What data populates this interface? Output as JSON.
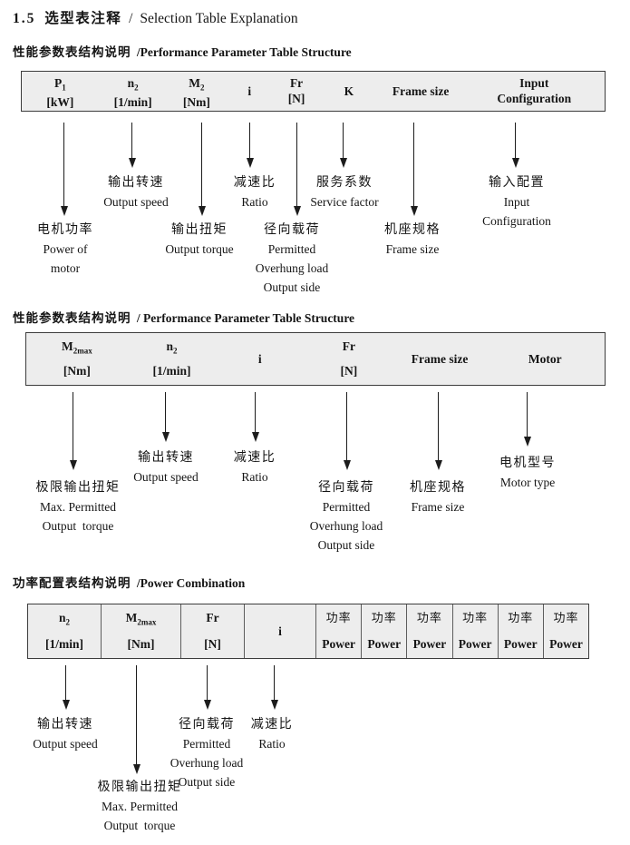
{
  "doc": {
    "title_num": "1.5",
    "title_zh": "选型表注释",
    "title_sep": "/",
    "title_en": "Selection Table Explanation"
  },
  "s1": {
    "heading_zh": "性能参数表结构说明",
    "heading_en": "/Performance Parameter Table Structure",
    "cols": [
      {
        "sym": "P",
        "sub": "1",
        "unit": "[kW]"
      },
      {
        "sym": "n",
        "sub": "2",
        "unit": "[1/min]"
      },
      {
        "sym": "M",
        "sub": "2",
        "unit": "[Nm]"
      },
      {
        "sym": "i"
      },
      {
        "sym": "Fr",
        "unit": "[N]"
      },
      {
        "sym": "K"
      },
      {
        "sym": "Frame size"
      },
      {
        "sym": "Input",
        "unit": "Configuration"
      }
    ],
    "callouts": [
      {
        "zh": "电机功率",
        "en": [
          "Power of",
          "motor"
        ]
      },
      {
        "zh": "输出转速",
        "en": [
          "Output speed"
        ]
      },
      {
        "zh": "输出扭矩",
        "en": [
          "Output torque"
        ]
      },
      {
        "zh": "减速比",
        "en": [
          "Ratio"
        ]
      },
      {
        "zh": "径向载荷",
        "en": [
          "Permitted",
          "Overhung load",
          "Output side"
        ]
      },
      {
        "zh": "服务系数",
        "en": [
          "Service factor"
        ]
      },
      {
        "zh": "机座规格",
        "en": [
          "Frame size"
        ]
      },
      {
        "zh": "输入配置",
        "en": [
          "Input",
          "Configuration"
        ]
      }
    ]
  },
  "s2": {
    "heading_zh": "性能参数表结构说明",
    "heading_en": "/ Performance Parameter Table Structure",
    "cols": [
      {
        "sym": "M",
        "sub": "2max",
        "unit": "[Nm]"
      },
      {
        "sym": "n",
        "sub": "2",
        "unit": "[1/min]"
      },
      {
        "sym": "i"
      },
      {
        "sym": "Fr",
        "unit": "[N]"
      },
      {
        "sym": "Frame size"
      },
      {
        "sym": "Motor"
      }
    ],
    "callouts": [
      {
        "zh": "极限输出扭矩",
        "en": [
          "Max. Permitted",
          "Output  torque"
        ]
      },
      {
        "zh": "输出转速",
        "en": [
          "Output speed"
        ]
      },
      {
        "zh": "减速比",
        "en": [
          "Ratio"
        ]
      },
      {
        "zh": "径向载荷",
        "en": [
          "Permitted",
          "Overhung load",
          "Output side"
        ]
      },
      {
        "zh": "机座规格",
        "en": [
          "Frame size"
        ]
      },
      {
        "zh": "电机型号",
        "en": [
          "Motor type"
        ]
      }
    ]
  },
  "s3": {
    "heading_zh": "功率配置表结构说明",
    "heading_en": "/Power Combination",
    "cols": [
      {
        "sym": "n",
        "sub": "2",
        "unit": "[1/min]"
      },
      {
        "sym": "M",
        "sub": "2max",
        "unit": "[Nm]"
      },
      {
        "sym": "Fr",
        "unit": "[N]"
      },
      {
        "sym": "i"
      }
    ],
    "power_col": {
      "zh": "功率",
      "en": "Power"
    },
    "callouts": [
      {
        "zh": "输出转速",
        "en": [
          "Output speed"
        ]
      },
      {
        "zh": "极限输出扭矩",
        "en": [
          "Max. Permitted",
          "Output  torque"
        ]
      },
      {
        "zh": "径向载荷",
        "en": [
          "Permitted",
          "Overhung load",
          "Output side"
        ]
      },
      {
        "zh": "减速比",
        "en": [
          "Ratio"
        ]
      }
    ]
  }
}
